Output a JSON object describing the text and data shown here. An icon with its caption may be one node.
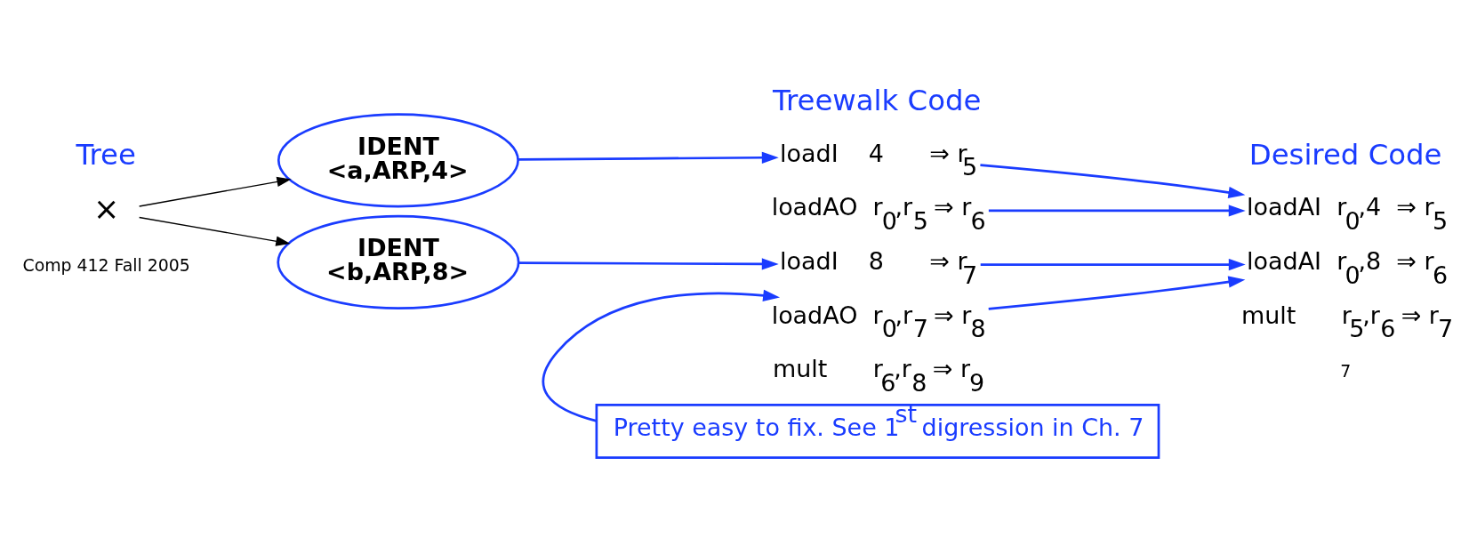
{
  "diagram": {
    "nodes": [
      {
        "text": [
          "×"
        ]
      },
      {
        "text": [
          "IDENT",
          "<a,ARP,4>"
        ]
      },
      {
        "text": [
          "IDENT",
          "<b,ARP,8>"
        ]
      },
      {
        "text": [
          "loadI    4      ⇒ r$_{5}$"
        ]
      },
      {
        "text": [
          "loadAO  r$_{0}$,r$_{5}$ ⇒ r$_{6}$"
        ]
      },
      {
        "text": [
          "loadI    8      ⇒ r$_{7}$"
        ]
      },
      {
        "text": [
          "loadAO  r$_{0}$,r$_{7}$ ⇒ r$_{8}$"
        ]
      },
      {
        "text": [
          "mult      r$_{6}$,r$_{8}$ ⇒ r$_{9}$"
        ]
      },
      {
        "text": [
          "loadAI  r$_{0}$,4  ⇒ r$_{5}$"
        ]
      },
      {
        "text": [
          "loadAI  r$_{0}$,8  ⇒ r$_{6}$"
        ]
      },
      {
        "text": [
          "mult      r$_{5}$,r$_{6}$ ⇒ r$_{7}$"
        ]
      },
      {
        "text": [
          "Pretty easy to fix. See 1$^{st}$ digression in Ch. 7"
        ]
      }
    ],
    "edges": [
      {
        "from": 0,
        "to": 1,
        "arrow": "to",
        "color": "#000000"
      },
      {
        "from": 0,
        "to": 2,
        "arrow": "to",
        "color": "#000000"
      },
      {
        "from": 1,
        "to": 3,
        "arrow": "to"
      },
      {
        "from": 2,
        "to": 5,
        "arrow": "to"
      },
      {
        "from": 3,
        "to": 8,
        "arrow": "to"
      },
      {
        "from": 4,
        "to": 8,
        "arrow": "to"
      },
      {
        "from": 5,
        "to": 9,
        "arrow": "to"
      },
      {
        "from": 6,
        "to": 9,
        "arrow": "to"
      },
      {
        "from": 11,
        "to": 6,
        "arrow": "to"
      }
    ],
    "labels": [
      "Tree",
      "Treewalk Code",
      "Desired Code",
      "Comp 412 Fall 2005",
      "7"
    ]
  }
}
